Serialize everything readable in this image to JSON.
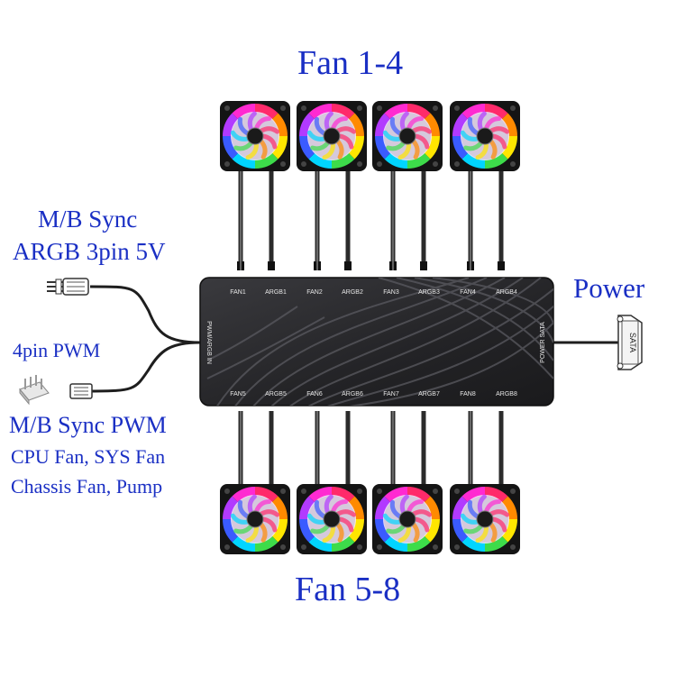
{
  "titles": {
    "top": "Fan 1-4",
    "bottom": "Fan 5-8"
  },
  "labels": {
    "mb_sync": "M/B Sync",
    "argb_3pin": "ARGB 3pin 5V",
    "pwm_4pin": "4pin PWM",
    "mb_sync_pwm": "M/B Sync PWM",
    "cpu_sys_fan": "CPU Fan, SYS Fan",
    "chassis_pump": "Chassis Fan, Pump",
    "power": "Power"
  },
  "hub": {
    "top_ports": [
      "FAN1",
      "ARGB1",
      "FAN2",
      "ARGB2",
      "FAN3",
      "ARGB3",
      "FAN4",
      "ARGB4"
    ],
    "bottom_ports": [
      "FAN5",
      "ARGB5",
      "FAN6",
      "ARGB6",
      "FAN7",
      "ARGB7",
      "FAN8",
      "ARGB8"
    ],
    "left_text": "PWM/ARGB IN",
    "right_text": "POWER SATA"
  },
  "sata_connector_text": "SATA",
  "colors": {
    "label_blue": "#1a2fc4",
    "hub_body": "#2a2a2e",
    "cable": "#222222"
  }
}
